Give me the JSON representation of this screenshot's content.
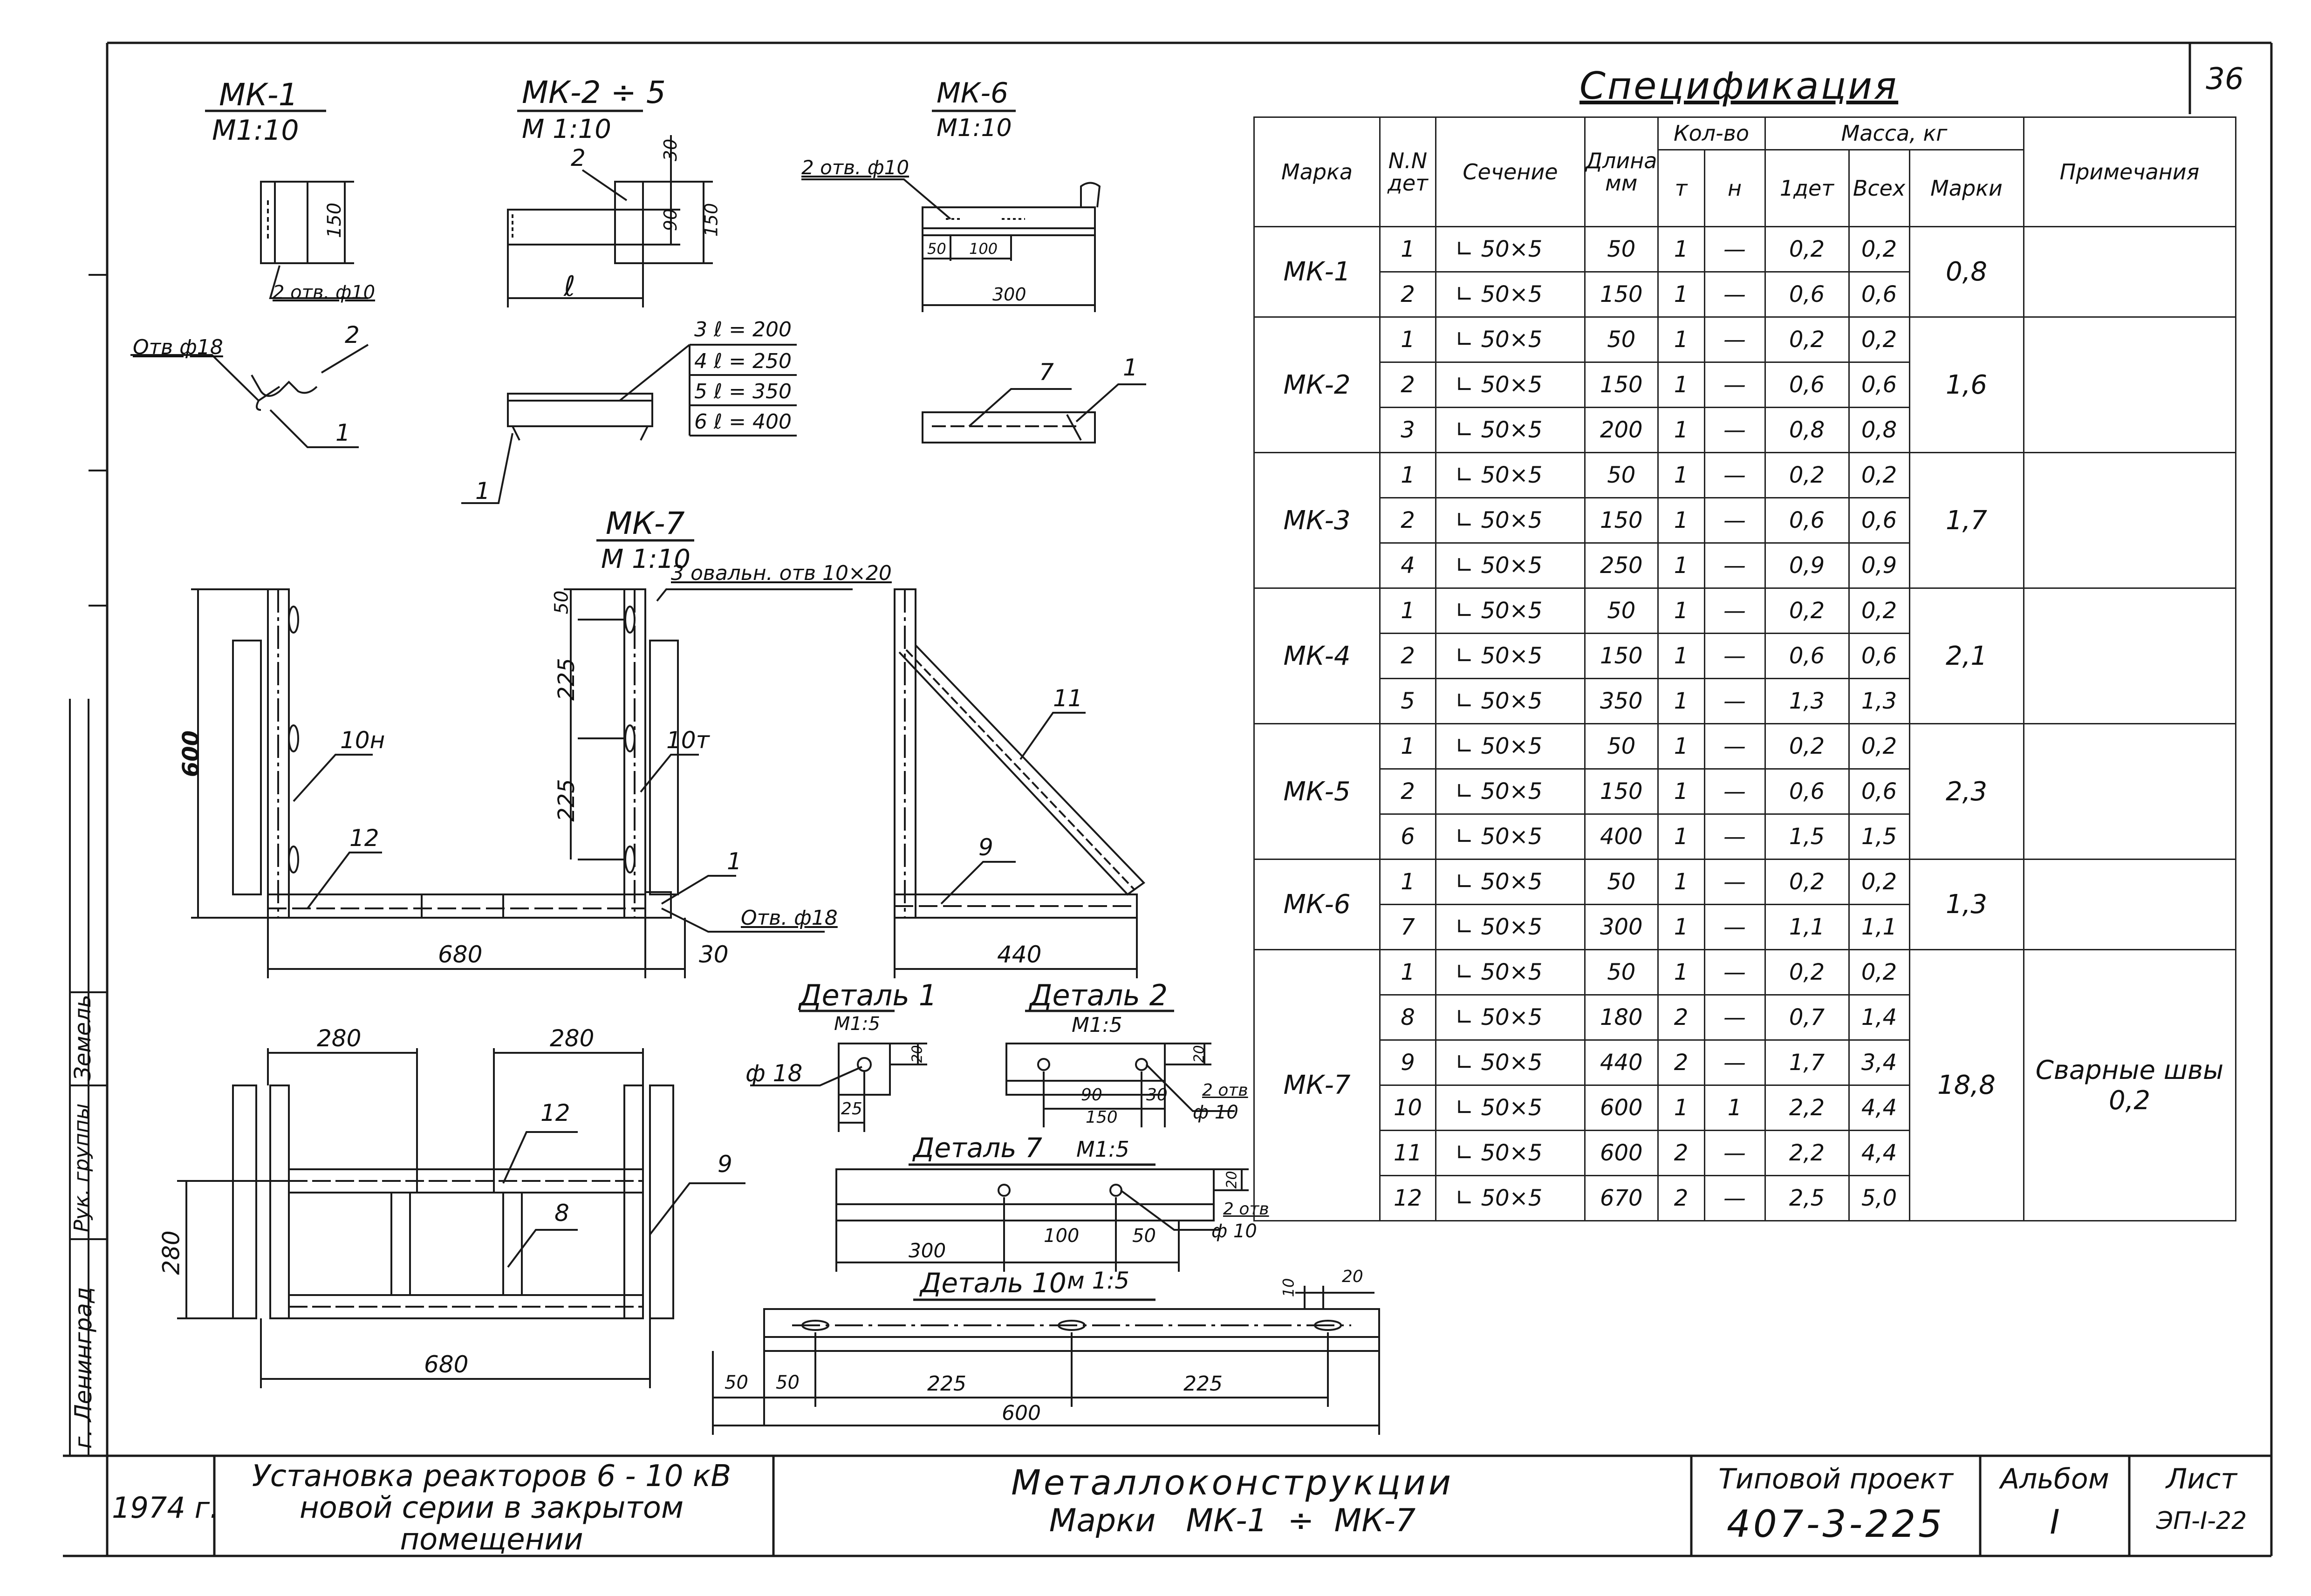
{
  "sheet_number": "36",
  "spec": {
    "title": "Спецификация",
    "headers": {
      "marka": "Марка",
      "det": "N.N дет",
      "sechenie": "Сечение",
      "dlina": "Длина мм",
      "kolvo": "Кол-во",
      "t": "т",
      "n": "н",
      "massa": "Масса, кг",
      "odet": "1дет",
      "vseh": "Всех",
      "marki": "Марки",
      "primech": "Примечания"
    },
    "groups": [
      {
        "mark": "МК-1",
        "mass": "0,8",
        "note": "",
        "rows": [
          {
            "det": "1",
            "sec": "∟ 50×5",
            "len": "50",
            "t": "1",
            "n": "—",
            "one": "0,2",
            "all": "0,2"
          },
          {
            "det": "2",
            "sec": "∟ 50×5",
            "len": "150",
            "t": "1",
            "n": "—",
            "one": "0,6",
            "all": "0,6"
          }
        ]
      },
      {
        "mark": "МК-2",
        "mass": "1,6",
        "note": "",
        "rows": [
          {
            "det": "1",
            "sec": "∟ 50×5",
            "len": "50",
            "t": "1",
            "n": "—",
            "one": "0,2",
            "all": "0,2"
          },
          {
            "det": "2",
            "sec": "∟ 50×5",
            "len": "150",
            "t": "1",
            "n": "—",
            "one": "0,6",
            "all": "0,6"
          },
          {
            "det": "3",
            "sec": "∟ 50×5",
            "len": "200",
            "t": "1",
            "n": "—",
            "one": "0,8",
            "all": "0,8"
          }
        ]
      },
      {
        "mark": "МК-3",
        "mass": "1,7",
        "note": "",
        "rows": [
          {
            "det": "1",
            "sec": "∟ 50×5",
            "len": "50",
            "t": "1",
            "n": "—",
            "one": "0,2",
            "all": "0,2"
          },
          {
            "det": "2",
            "sec": "∟ 50×5",
            "len": "150",
            "t": "1",
            "n": "—",
            "one": "0,6",
            "all": "0,6"
          },
          {
            "det": "4",
            "sec": "∟ 50×5",
            "len": "250",
            "t": "1",
            "n": "—",
            "one": "0,9",
            "all": "0,9"
          }
        ]
      },
      {
        "mark": "МК-4",
        "mass": "2,1",
        "note": "",
        "rows": [
          {
            "det": "1",
            "sec": "∟ 50×5",
            "len": "50",
            "t": "1",
            "n": "—",
            "one": "0,2",
            "all": "0,2"
          },
          {
            "det": "2",
            "sec": "∟ 50×5",
            "len": "150",
            "t": "1",
            "n": "—",
            "one": "0,6",
            "all": "0,6"
          },
          {
            "det": "5",
            "sec": "∟ 50×5",
            "len": "350",
            "t": "1",
            "n": "—",
            "one": "1,3",
            "all": "1,3"
          }
        ]
      },
      {
        "mark": "МК-5",
        "mass": "2,3",
        "note": "",
        "rows": [
          {
            "det": "1",
            "sec": "∟ 50×5",
            "len": "50",
            "t": "1",
            "n": "—",
            "one": "0,2",
            "all": "0,2"
          },
          {
            "det": "2",
            "sec": "∟ 50×5",
            "len": "150",
            "t": "1",
            "n": "—",
            "one": "0,6",
            "all": "0,6"
          },
          {
            "det": "6",
            "sec": "∟ 50×5",
            "len": "400",
            "t": "1",
            "n": "—",
            "one": "1,5",
            "all": "1,5"
          }
        ]
      },
      {
        "mark": "МК-6",
        "mass": "1,3",
        "note": "",
        "rows": [
          {
            "det": "1",
            "sec": "∟ 50×5",
            "len": "50",
            "t": "1",
            "n": "—",
            "one": "0,2",
            "all": "0,2"
          },
          {
            "det": "7",
            "sec": "∟ 50×5",
            "len": "300",
            "t": "1",
            "n": "—",
            "one": "1,1",
            "all": "1,1"
          }
        ]
      },
      {
        "mark": "МК-7",
        "mass": "18,8",
        "note": "Сварные швы 0,2",
        "rows": [
          {
            "det": "1",
            "sec": "∟ 50×5",
            "len": "50",
            "t": "1",
            "n": "—",
            "one": "0,2",
            "all": "0,2"
          },
          {
            "det": "8",
            "sec": "∟ 50×5",
            "len": "180",
            "t": "2",
            "n": "—",
            "one": "0,7",
            "all": "1,4"
          },
          {
            "det": "9",
            "sec": "∟ 50×5",
            "len": "440",
            "t": "2",
            "n": "—",
            "one": "1,7",
            "all": "3,4"
          },
          {
            "det": "10",
            "sec": "∟ 50×5",
            "len": "600",
            "t": "1",
            "n": "1",
            "one": "2,2",
            "all": "4,4"
          },
          {
            "det": "11",
            "sec": "∟ 50×5",
            "len": "600",
            "t": "2",
            "n": "—",
            "one": "2,2",
            "all": "4,4"
          },
          {
            "det": "12",
            "sec": "∟ 50×5",
            "len": "670",
            "t": "2",
            "n": "—",
            "one": "2,5",
            "all": "5,0"
          }
        ]
      }
    ]
  },
  "drawings": {
    "mk1": {
      "title": "МК-1",
      "scale": "М1:10",
      "dim_150": "150",
      "holes": "2 отв. ф10",
      "hole18": "Отв ф18",
      "p2": "2",
      "p1": "1"
    },
    "mk25": {
      "title": "МК-2 ÷ 5",
      "scale": "М 1:10",
      "p2": "2",
      "p1": "1",
      "dim_30": "30",
      "dim_90": "90",
      "dim_150": "150",
      "dim_l": "ℓ",
      "lengths": [
        "3  ℓ = 200",
        "4  ℓ = 250",
        "5  ℓ = 350",
        "6  ℓ = 400"
      ]
    },
    "mk6": {
      "title": "МК-6",
      "scale": "М1:10",
      "holes": "2 отв. ф10",
      "dim_50": "50",
      "dim_100": "100",
      "dim_300": "300",
      "p7": "7",
      "p1": "1"
    },
    "mk7": {
      "title": "МК-7",
      "scale": "М 1:10",
      "oval": "3 овальн. отв 10×20",
      "dim_600": "600",
      "dim_50": "50",
      "dim_225a": "225",
      "dim_225b": "225",
      "p10n": "10н",
      "p10t": "10т",
      "p12": "12",
      "p1": "1",
      "hole18": "Отв. ф18",
      "dim_680": "680",
      "dim_30": "30",
      "p11": "11",
      "p9": "9",
      "dim_440": "440"
    },
    "plan": {
      "dim_280a": "280",
      "dim_280b": "280",
      "dim_280c": "280",
      "p12": "12",
      "p8": "8",
      "p9": "9",
      "dim_680": "680"
    },
    "det1": {
      "title": "Деталь 1",
      "scale": "М1:5",
      "phi": "ф 18",
      "dim_20": "20",
      "dim_25": "25"
    },
    "det2": {
      "title": "Деталь 2",
      "scale": "М1:5",
      "dim_20": "20",
      "holes": "2 отв",
      "phi": "ф 10",
      "dim_90": "90",
      "dim_30": "30",
      "dim_150": "150"
    },
    "det7": {
      "title": "Деталь 7",
      "scale": "М1:5",
      "dim_20": "20",
      "holes": "2 отв",
      "phi": "ф 10",
      "dim_300": "300",
      "dim_100": "100",
      "dim_50": "50"
    },
    "det10": {
      "title": "Деталь 10",
      "scale": "м 1:5",
      "dim_10": "10",
      "dim_20": "20",
      "dim_50a": "50",
      "dim_50b": "50",
      "dim_225a": "225",
      "dim_225b": "225",
      "dim_600": "600"
    }
  },
  "title_block": {
    "year": "1974 г.",
    "project_name": "Установка реакторов 6 - 10 кВ новой серии в закрытом помещении",
    "drawing_name": "Металлоконструкции",
    "drawing_sub": "Марки   МК-1  ÷  МК-7",
    "project_label": "Типовой проект",
    "project_code": "407-3-225",
    "album_label": "Альбом",
    "album": "I",
    "sheet_label": "Лист",
    "sheet": "ЭП-I-22"
  },
  "sidebar": {
    "city": "г. Ленинград",
    "group": "Рук. группы",
    "name": "Земель"
  }
}
